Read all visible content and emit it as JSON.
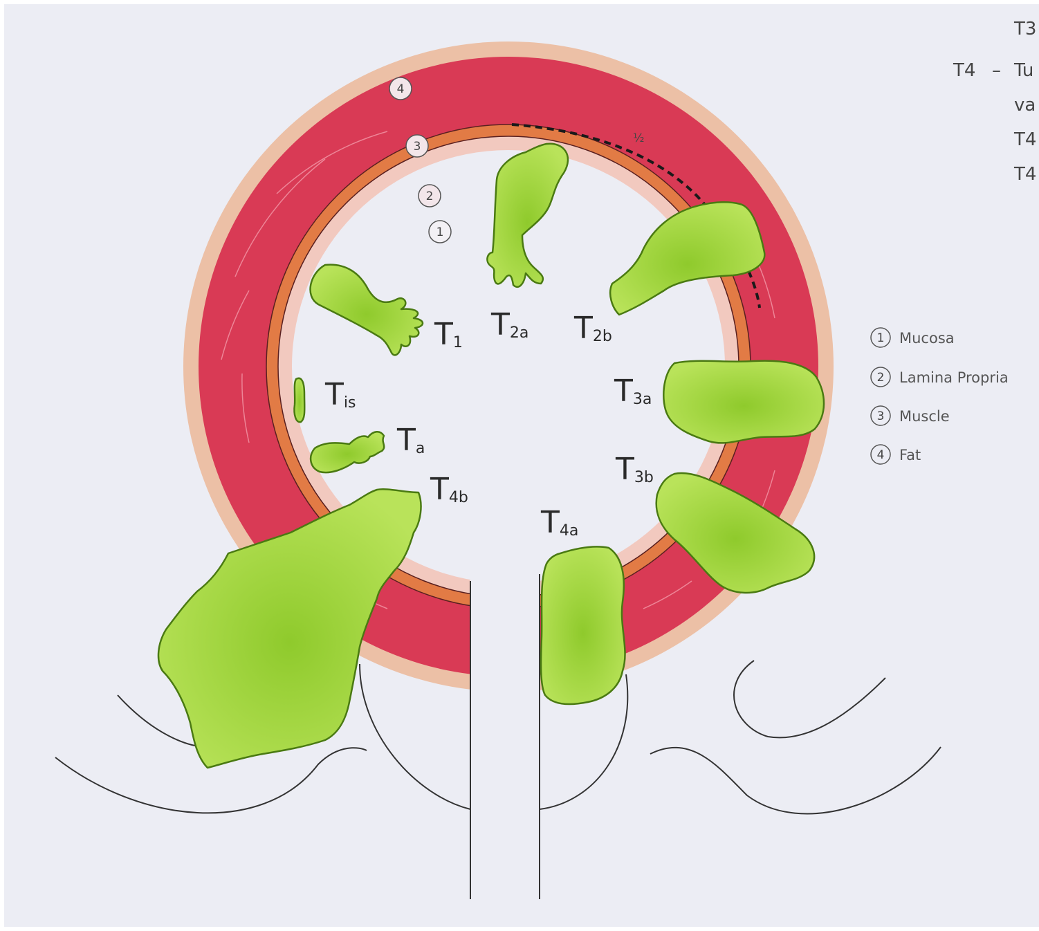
{
  "edge_text": {
    "line1": "T3",
    "line2_prefix": "T4",
    "line2_dash": "–",
    "line2_word": "Tu",
    "line3": "va",
    "line4": "T4",
    "line5": "T4"
  },
  "layers": [
    {
      "number": "1",
      "name": "Mucosa"
    },
    {
      "number": "2",
      "name": "Lamina Propria"
    },
    {
      "number": "3",
      "name": "Muscle"
    },
    {
      "number": "4",
      "name": "Fat"
    }
  ],
  "ring_numbers": [
    "4",
    "3",
    "2",
    "1"
  ],
  "half_mark": "½",
  "stages": [
    {
      "id": "T1",
      "main": "T",
      "sub": "1"
    },
    {
      "id": "T2a",
      "main": "T",
      "sub": "2a"
    },
    {
      "id": "T2b",
      "main": "T",
      "sub": "2b"
    },
    {
      "id": "Tis",
      "main": "T",
      "sub": "is"
    },
    {
      "id": "Ta",
      "main": "T",
      "sub": "a"
    },
    {
      "id": "T3a",
      "main": "T",
      "sub": "3a"
    },
    {
      "id": "T3b",
      "main": "T",
      "sub": "3b"
    },
    {
      "id": "T4a",
      "main": "T",
      "sub": "4a"
    },
    {
      "id": "T4b",
      "main": "T",
      "sub": "4b"
    }
  ],
  "colors": {
    "fat": "#ecc0a6",
    "muscle": "#d93a55",
    "lamina": "#e27b45",
    "mucosa": "#f2c9bf",
    "lumen": "#ecedf4",
    "tumor": "#a8d93f",
    "tumor_edge": "#4a7a12",
    "background": "#ecedf4"
  }
}
